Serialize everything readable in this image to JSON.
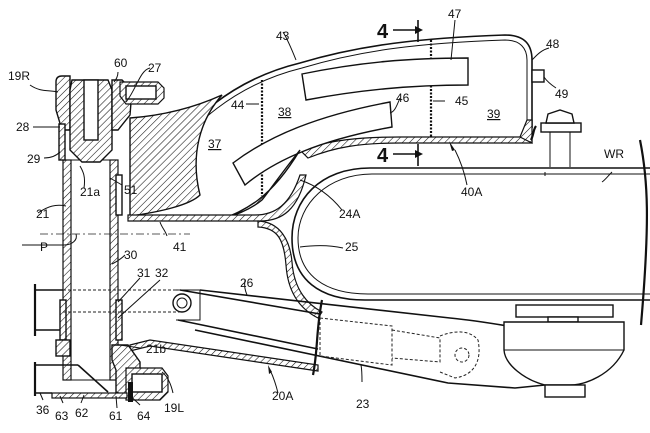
{
  "figure": {
    "type": "patent-style cross-section drawing (vehicle frame / swing arm pivot)",
    "section_marker": {
      "label": "4",
      "arrow": "→"
    },
    "labels": [
      {
        "id": "19R",
        "text": "19R"
      },
      {
        "id": "60",
        "text": "60"
      },
      {
        "id": "27",
        "text": "27"
      },
      {
        "id": "28",
        "text": "28"
      },
      {
        "id": "29",
        "text": "29"
      },
      {
        "id": "21a",
        "text": "21a"
      },
      {
        "id": "51",
        "text": "51"
      },
      {
        "id": "21",
        "text": "21"
      },
      {
        "id": "P",
        "text": "P"
      },
      {
        "id": "30",
        "text": "30"
      },
      {
        "id": "31",
        "text": "31"
      },
      {
        "id": "32",
        "text": "32"
      },
      {
        "id": "21b",
        "text": "21b"
      },
      {
        "id": "36",
        "text": "36"
      },
      {
        "id": "63",
        "text": "63"
      },
      {
        "id": "62",
        "text": "62"
      },
      {
        "id": "61",
        "text": "61"
      },
      {
        "id": "64",
        "text": "64"
      },
      {
        "id": "19L",
        "text": "19L"
      },
      {
        "id": "43",
        "text": "43"
      },
      {
        "id": "44",
        "text": "44"
      },
      {
        "id": "38",
        "text": "38",
        "underlined": true
      },
      {
        "id": "37",
        "text": "37",
        "underlined": true
      },
      {
        "id": "46",
        "text": "46"
      },
      {
        "id": "47",
        "text": "47"
      },
      {
        "id": "45",
        "text": "45"
      },
      {
        "id": "39",
        "text": "39",
        "underlined": true
      },
      {
        "id": "48",
        "text": "48"
      },
      {
        "id": "49",
        "text": "49"
      },
      {
        "id": "40A",
        "text": "40A"
      },
      {
        "id": "24A",
        "text": "24A"
      },
      {
        "id": "41",
        "text": "41"
      },
      {
        "id": "25",
        "text": "25"
      },
      {
        "id": "26",
        "text": "26"
      },
      {
        "id": "WR",
        "text": "WR"
      },
      {
        "id": "20A",
        "text": "20A"
      },
      {
        "id": "23",
        "text": "23"
      }
    ]
  }
}
